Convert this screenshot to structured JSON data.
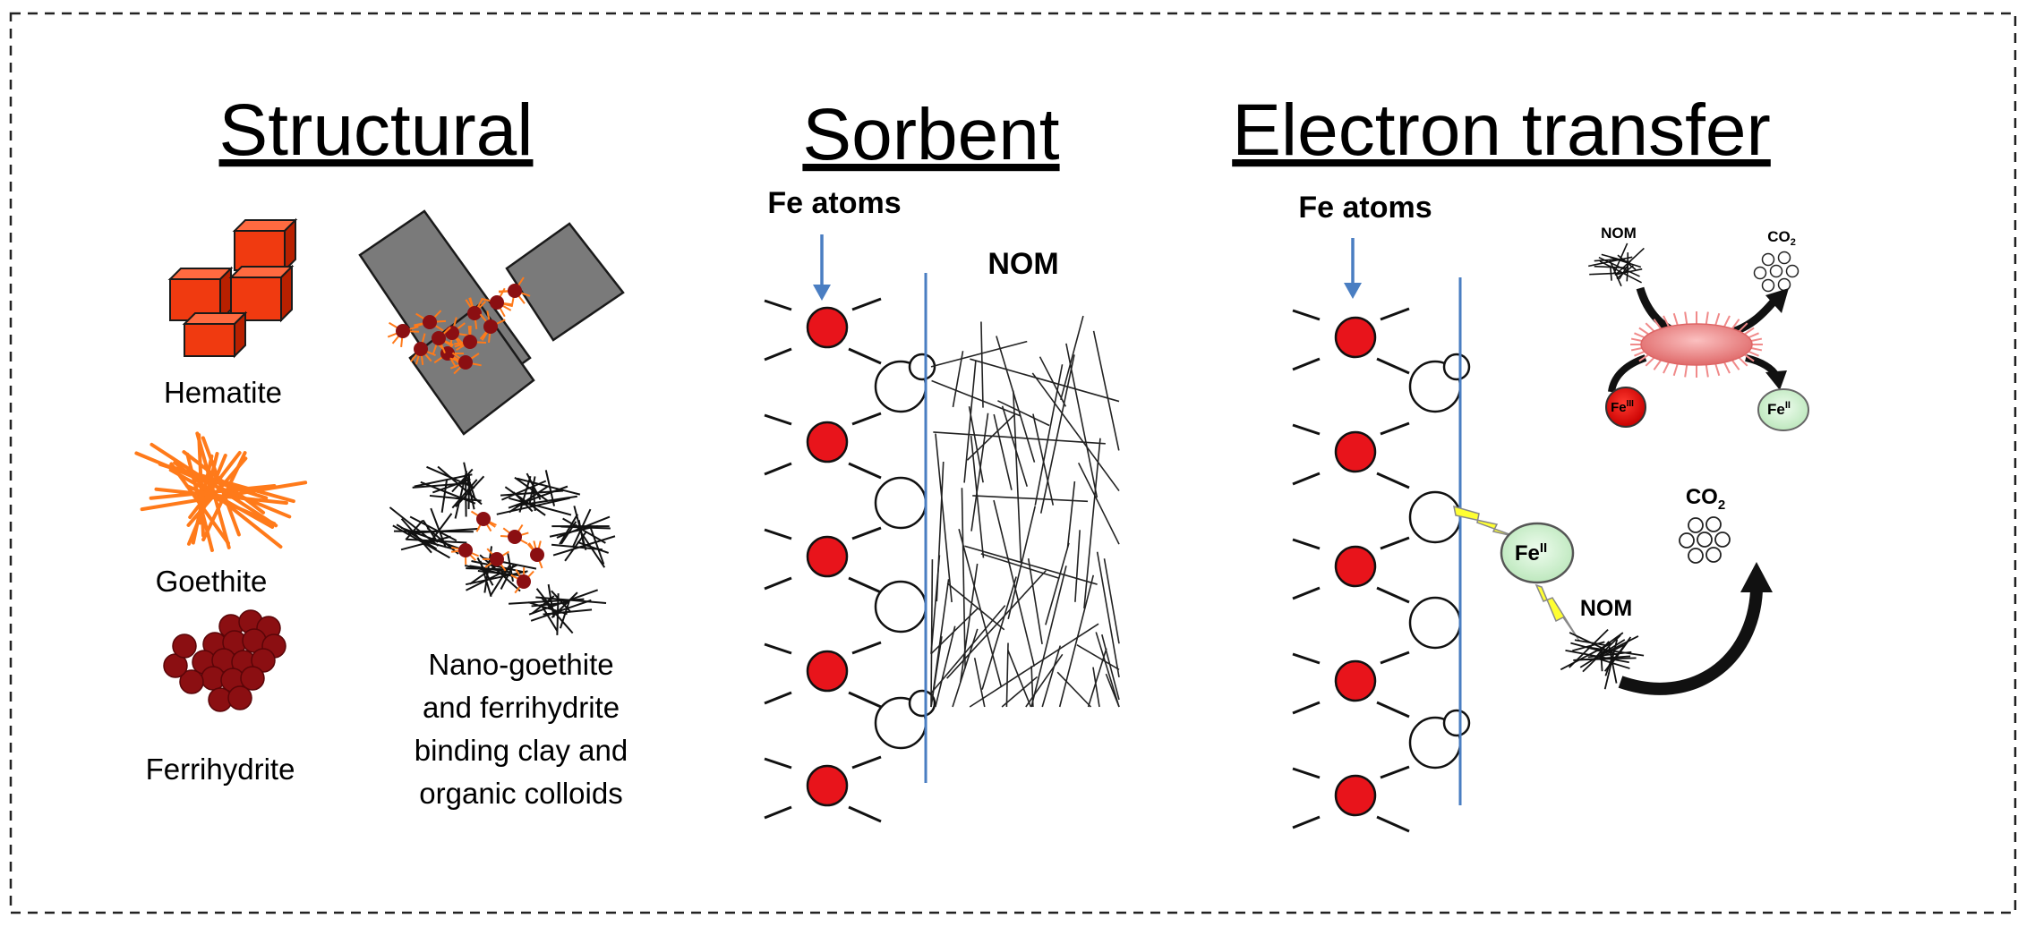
{
  "sections": {
    "structural": {
      "title": "Structural",
      "hematite": "Hematite",
      "goethite": "Goethite",
      "ferrihydrite": "Ferrihydrite",
      "nano_lines": [
        "Nano-goethite",
        "and ferrihydrite",
        "binding clay and",
        "organic colloids"
      ]
    },
    "sorbent": {
      "title": "Sorbent",
      "fe_atoms": "Fe atoms",
      "nom": "NOM"
    },
    "electron_transfer": {
      "title": "Electron transfer",
      "fe_atoms": "Fe atoms",
      "nom_small": "NOM",
      "co2_small": "CO",
      "co2_sub": "2",
      "fe3": "Fe",
      "fe3_sup": "III",
      "fe2_small": "Fe",
      "fe2_small_sup": "II",
      "fe2": "Fe",
      "fe2_sup": "II",
      "nom": "NOM",
      "co2": "CO",
      "co2_sub2": "2"
    }
  },
  "colors": {
    "fe_atom": "#e8141b",
    "surface_line": "#4a7ec2",
    "hematite": "#f03a10",
    "goethite": "#ff7a1a",
    "ferrihydrite": "#8b0f12",
    "clay": "#7a7a7a",
    "fe2_ion": "#c8eec8",
    "bacterium": "#f08a8a",
    "bolt": "#ffff33"
  }
}
